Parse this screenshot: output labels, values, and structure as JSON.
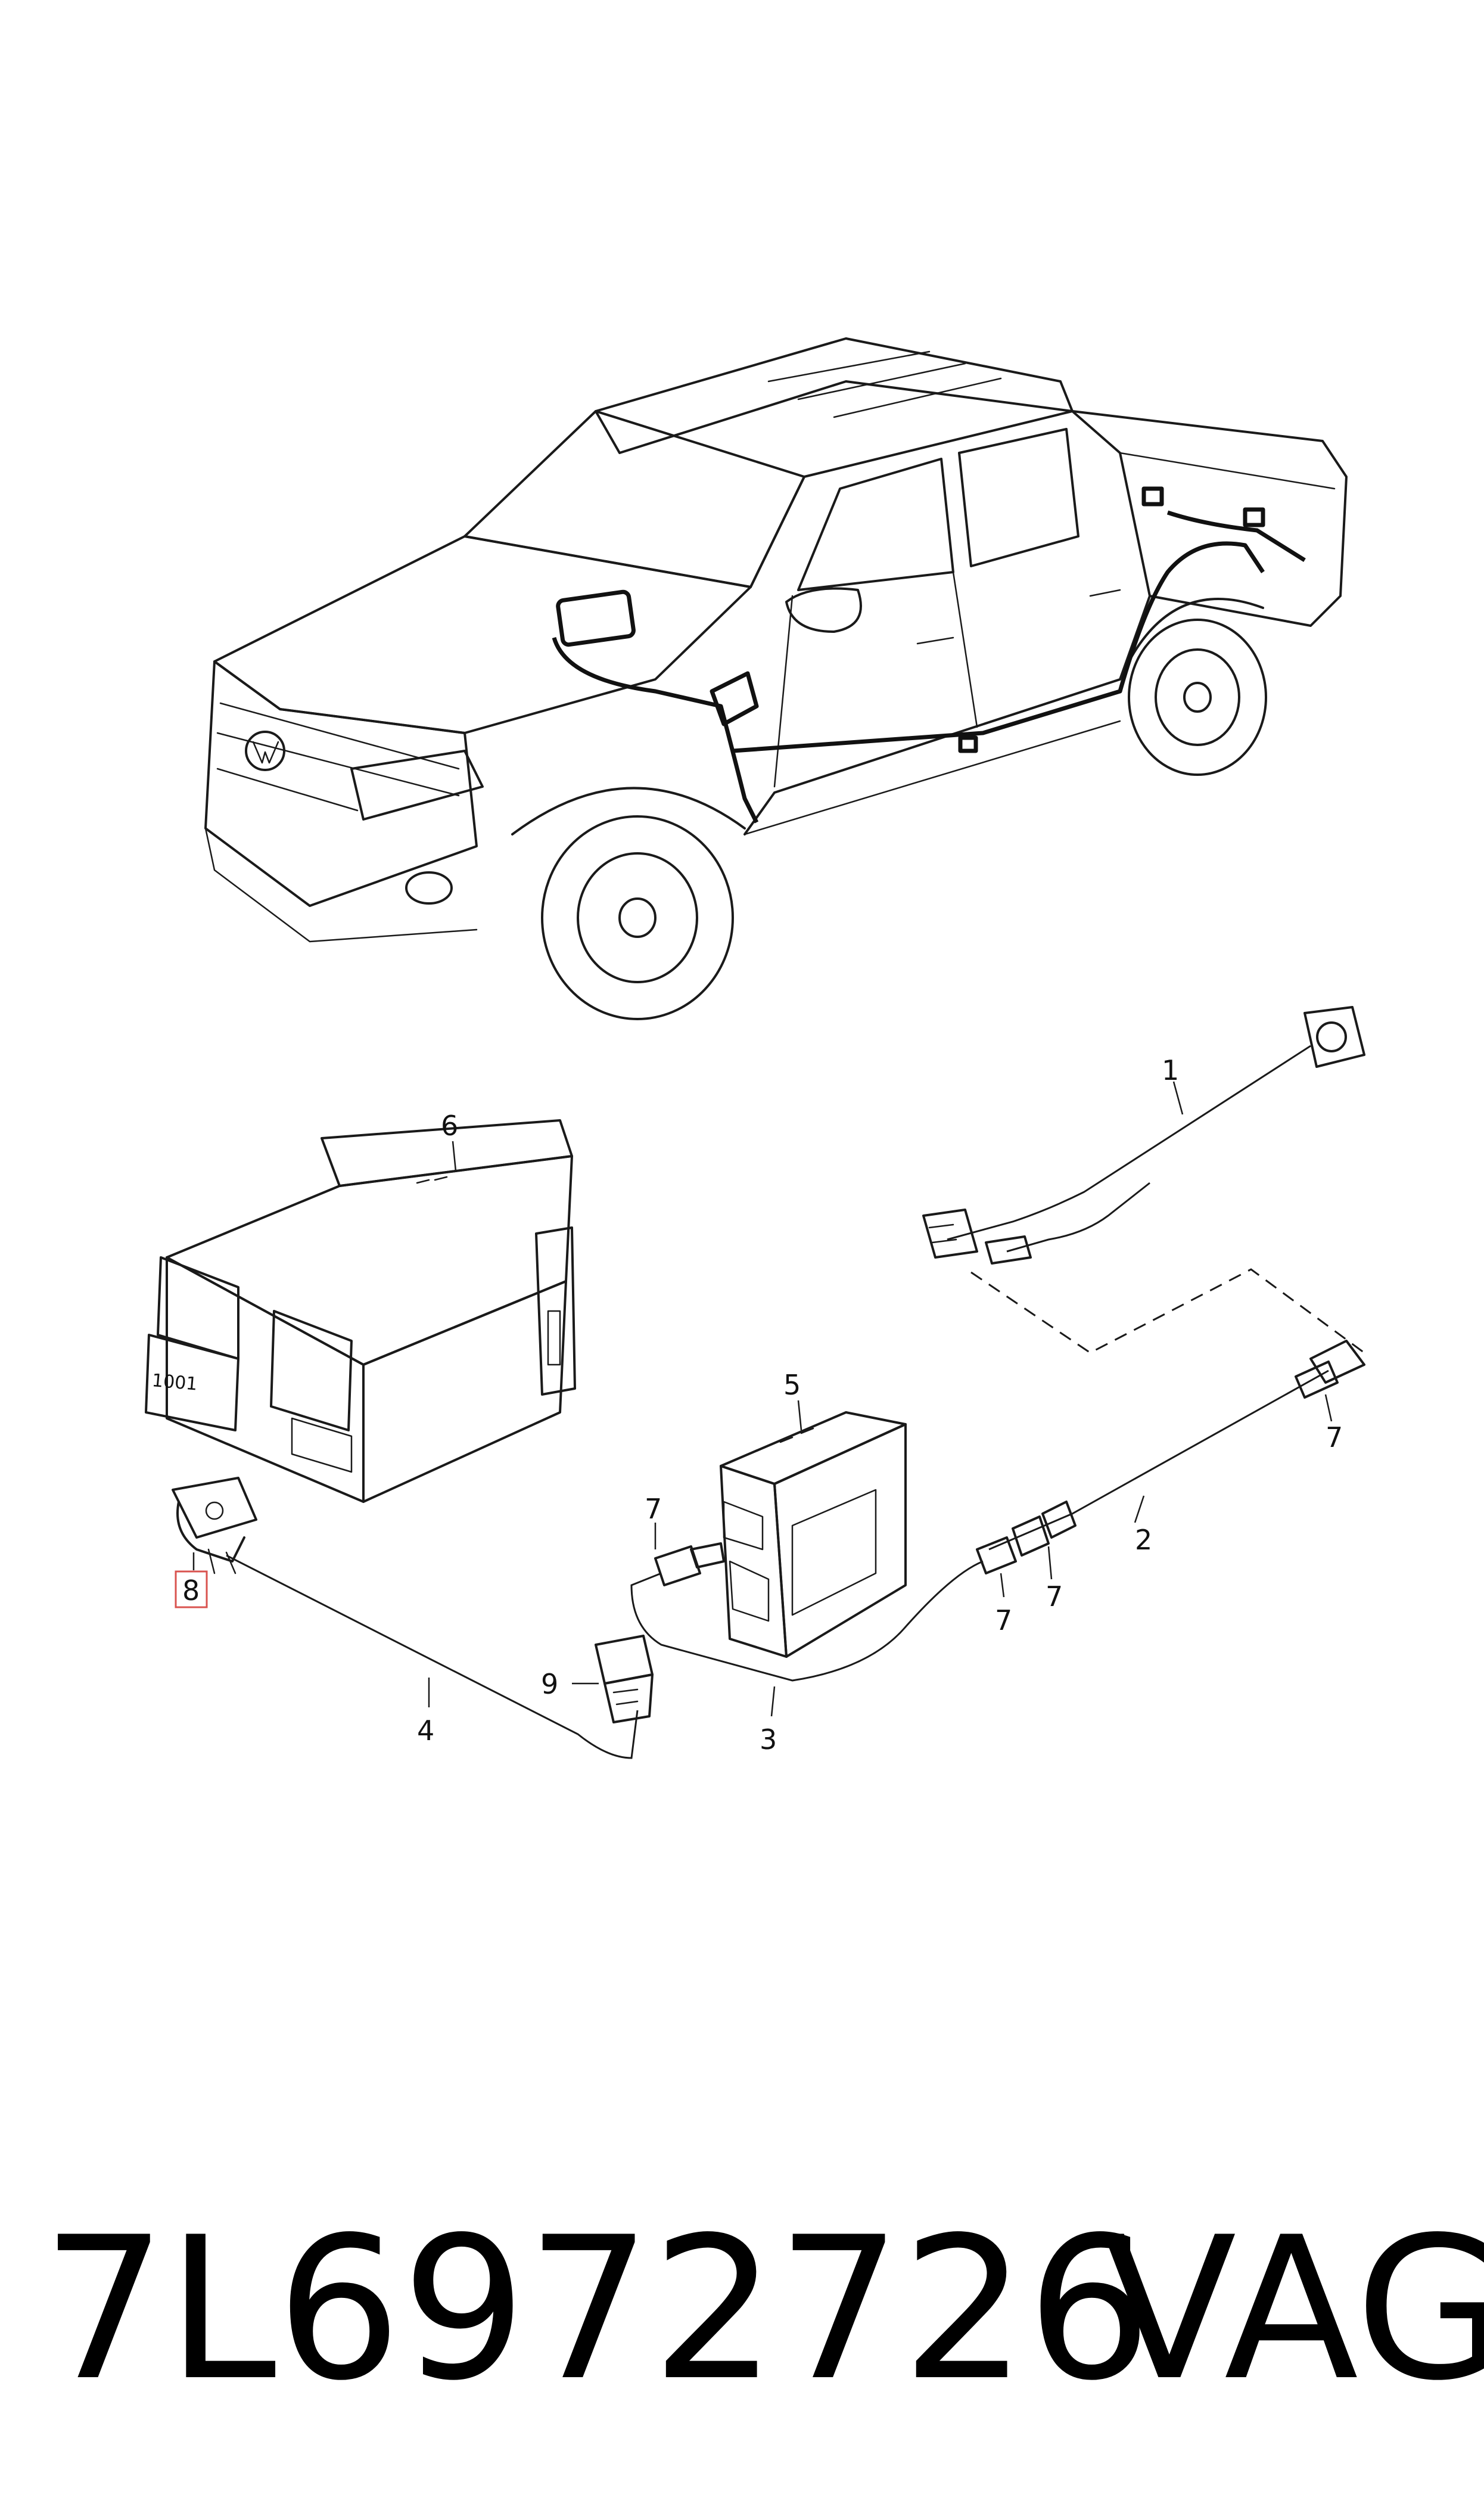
{
  "callouts": {
    "c1": "1",
    "c2": "2",
    "c3": "3",
    "c4": "4",
    "c5": "5",
    "c6": "6",
    "c7a": "7",
    "c7b": "7",
    "c7c": "7",
    "c7d": "7",
    "c8": "8",
    "c9": "9"
  },
  "module_label": "1001",
  "highlighted_callout": "8",
  "caption": {
    "part_number": "7L6972726",
    "brand": "VAG"
  },
  "colors": {
    "line": "#1a1a1a",
    "highlight": "#d9534f",
    "background": "#ffffff"
  }
}
